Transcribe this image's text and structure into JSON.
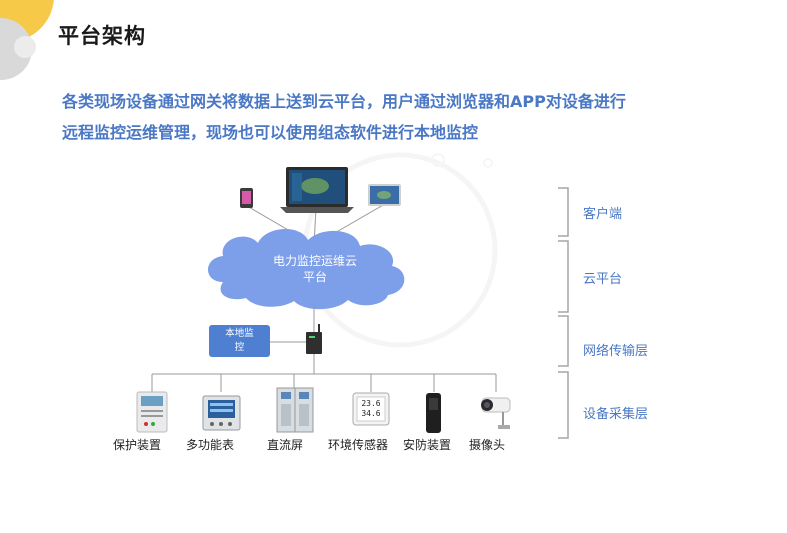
{
  "title": "平台架构",
  "intro": {
    "line1": "各类现场设备通过网关将数据上送到云平台，用户通过浏览器和APP对设备进行",
    "line2": "远程监控运维管理，现场也可以使用组态软件进行本地监控"
  },
  "cloud": {
    "line1": "电力监控运维云",
    "line2": "平台"
  },
  "local_monitor": {
    "line1": "本地监",
    "line2": "控"
  },
  "devices": [
    "保护装置",
    "多功能表",
    "直流屏",
    "环境传感器",
    "安防装置",
    "摄像头"
  ],
  "sensor_readout": {
    "line1": "23.6",
    "line2": "34.6"
  },
  "layers": [
    "客户端",
    "云平台",
    "网络传输层",
    "设备采集层"
  ],
  "colors": {
    "accent": "#4a78c4",
    "cloud": "#7d9ee8",
    "local_box": "#4f7fd0",
    "bracket": "#a6a6a6",
    "line": "#9a9a9a"
  }
}
